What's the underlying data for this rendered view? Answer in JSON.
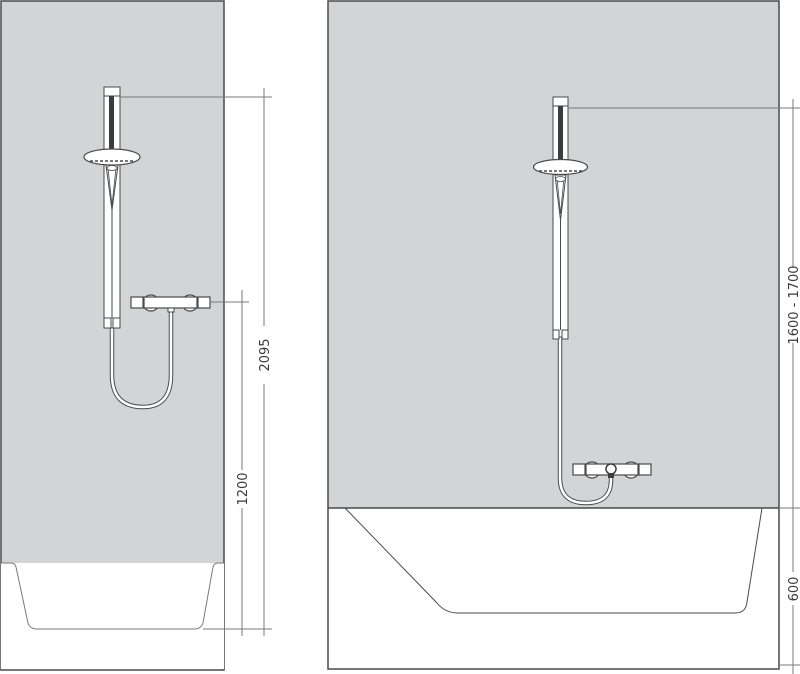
{
  "colors": {
    "wall": "#d3d4d6",
    "outline": "#4a4a4a",
    "dim_line": "#7a7a7a",
    "fixture_fill": "#ffffff",
    "rail_dark": "#3c3c3c"
  },
  "left_installation": {
    "name": "shower-over-narrow-tub",
    "dimensions": {
      "overall_height": "2095",
      "thermostat_height": "1200"
    }
  },
  "right_installation": {
    "name": "shower-over-bathtub",
    "dimensions": {
      "shower_height_range": "1600 - 1700",
      "tub_height": "600"
    }
  }
}
